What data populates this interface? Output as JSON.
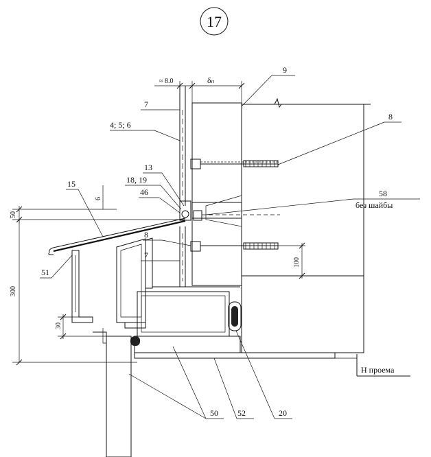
{
  "drawing": {
    "detail_number": "17",
    "dim_gap": "≈ 8.0",
    "dim_insulation": "δₙ",
    "dim_50": "50",
    "dim_6": "6",
    "dim_300": "300",
    "dim_30": "30",
    "dim_100": "100",
    "opening_mark": "Н проема",
    "callouts": {
      "c9": "9",
      "c7_top": "7",
      "c456": "4; 5; 6",
      "c8_top": "8",
      "c13": "13",
      "c1819": "18, 19",
      "c46": "46",
      "c15": "15",
      "c58": "58",
      "c58_note": "без шайбы",
      "c8_mid": "8",
      "c7_mid": "7",
      "c51": "51",
      "c50": "50",
      "c52": "52",
      "c20": "20"
    }
  }
}
